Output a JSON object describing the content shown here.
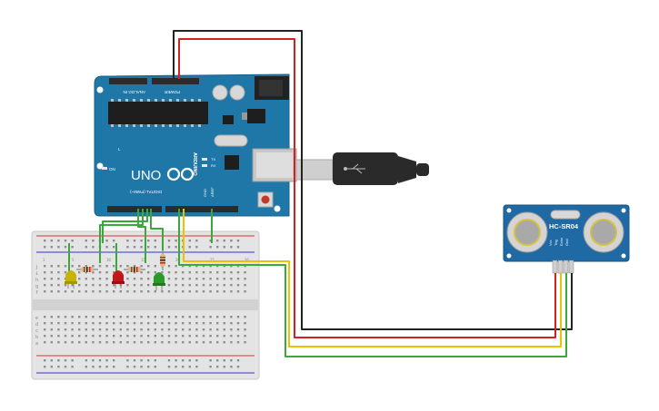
{
  "arduino": {
    "logo_brand": "ARDUINO",
    "model": "UNO",
    "header_analog": "ANALOG IN",
    "header_power": "POWER",
    "header_digital": "DIGITAL (PWM~)",
    "label_on": "ON",
    "label_tx": "TX",
    "label_rx": "RX",
    "label_aref": "AREF",
    "label_gnd": "GND",
    "label_l": "L"
  },
  "sensor": {
    "model": "HC-SR04",
    "pins": [
      "Vcc",
      "Trig",
      "Echo",
      "Gnd"
    ]
  },
  "breadboard": {
    "row_letters_top": [
      "j",
      "i",
      "h",
      "g",
      "f"
    ],
    "row_letters_bottom": [
      "e",
      "d",
      "c",
      "b",
      "a"
    ],
    "column_numbers": [
      "1",
      "5",
      "10",
      "15",
      "20",
      "25",
      "30"
    ]
  },
  "components": {
    "leds": [
      {
        "color": "yellow",
        "hex": "#c8b400"
      },
      {
        "color": "red",
        "hex": "#c01818"
      },
      {
        "color": "green",
        "hex": "#2a9a2a"
      }
    ],
    "resistor_count": 3
  },
  "wire_colors": {
    "black": "#222222",
    "red": "#d62020",
    "yellow": "#e8c400",
    "green": "#3aa83a"
  }
}
